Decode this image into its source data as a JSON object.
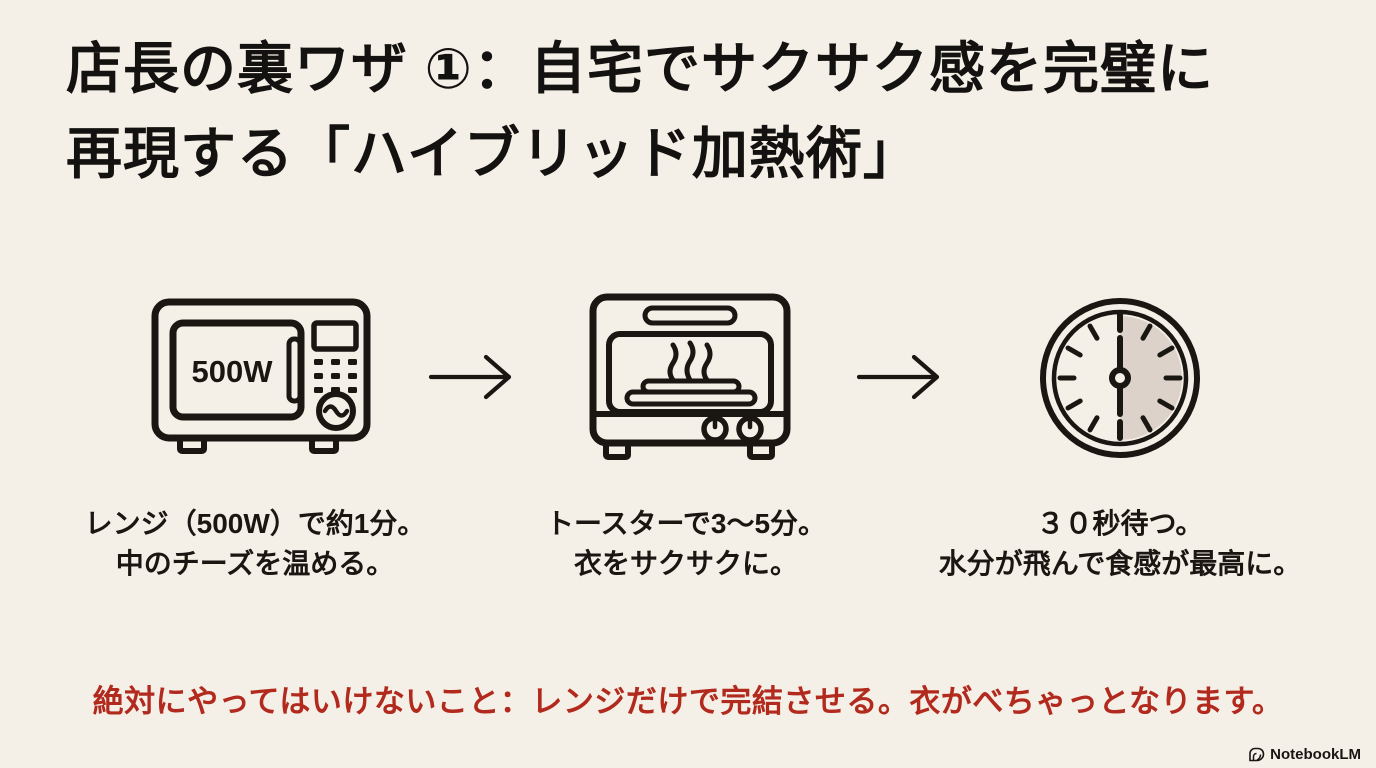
{
  "page": {
    "background": "#f5f0e7",
    "ink": "#1a1713",
    "accent_red": "#b2291d",
    "clock_shade": "#ddd2ca"
  },
  "title": {
    "line1": "店長の裏ワザ ①：自宅でサクサク感を完璧に",
    "line2": "再現する「ハイブリッド加熱術」"
  },
  "steps": [
    {
      "icon": "microwave-icon",
      "microwave_power_label": "500W",
      "caption_line1": "レンジ（500W）で約1分。",
      "caption_line2": "中のチーズを温める。"
    },
    {
      "icon": "toaster-oven-icon",
      "caption_line1": "トースターで3〜5分。",
      "caption_line2": "衣をサクサクに。"
    },
    {
      "icon": "clock-icon",
      "caption_line1": "３０秒待つ。",
      "caption_line2": "水分が飛んで食感が最高に。"
    }
  ],
  "warning": "絶対にやってはいけないこと：レンジだけで完結させる。衣がべちゃっとなります。",
  "footer": {
    "brand": "NotebookLM"
  }
}
